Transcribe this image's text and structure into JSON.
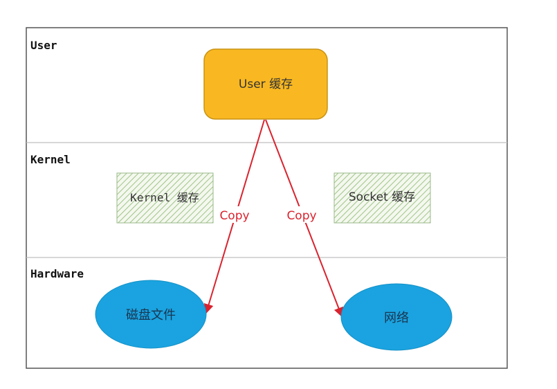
{
  "layers": {
    "user": "User",
    "kernel": "Kernel",
    "hardware": "Hardware"
  },
  "nodes": {
    "user_cache": "User 缓存",
    "kernel_cache": "Kernel 缓存",
    "socket_cache": "Socket 缓存",
    "disk_file": "磁盘文件",
    "network": "网络"
  },
  "edges": {
    "left_copy": "Copy",
    "right_copy": "Copy"
  },
  "colors": {
    "user_cache_fill": "#f9b821",
    "user_cache_stroke": "#c99213",
    "hatch_line": "#7aaa5a",
    "ellipse_fill": "#1aa3e0",
    "arrow": "#d9232e",
    "frame": "#555555",
    "divider": "#bfbfbf"
  }
}
